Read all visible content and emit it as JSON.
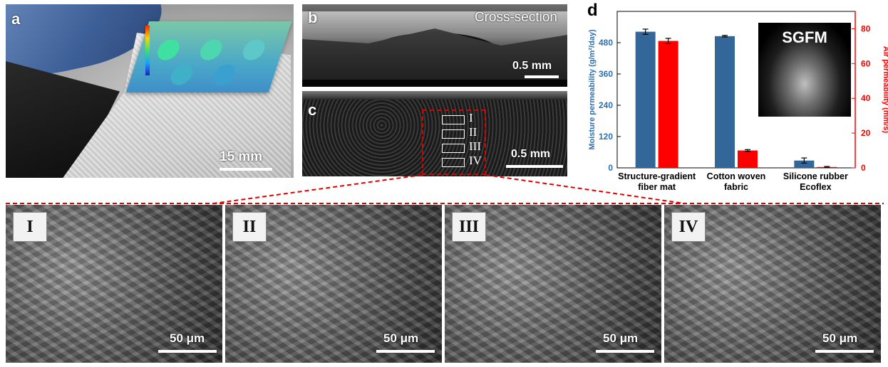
{
  "panel_a": {
    "label": "a",
    "scale": "15 mm"
  },
  "panel_b": {
    "label": "b",
    "title": "Cross-section",
    "scale": "0.5 mm"
  },
  "panel_c": {
    "label": "c",
    "scale": "0.5 mm",
    "regions": [
      "I",
      "II",
      "III",
      "IV"
    ]
  },
  "panel_d": {
    "label": "d",
    "inset_text": "SGFM",
    "chart_data": {
      "type": "bar",
      "categories": [
        [
          "Structure-gradient",
          "fiber mat"
        ],
        [
          "Cotton woven",
          "fabric"
        ],
        [
          "Silicone rubber",
          "Ecoflex"
        ]
      ],
      "series": [
        {
          "name": "Moisture permeability",
          "axis": "left",
          "color": "#336699",
          "values": [
            522,
            505,
            28
          ],
          "errors": [
            10,
            3,
            10
          ]
        },
        {
          "name": "Air permeability",
          "axis": "right",
          "color": "#ff0000",
          "values": [
            73,
            10,
            0.5
          ],
          "errors": [
            1.5,
            0.5,
            0.3
          ]
        }
      ],
      "ylabel_left": "Moisture permeability (g/m²/day)",
      "ylabel_right": "Air permeability (mm/s)",
      "ylim_left": [
        0,
        600
      ],
      "yticks_left": [
        "0",
        "120",
        "240",
        "360",
        "480"
      ],
      "ylim_right": [
        0,
        90
      ],
      "yticks_right": [
        "0",
        "20",
        "40",
        "60",
        "80"
      ],
      "left_axis_color": "#2e6fb0",
      "right_axis_color": "#ff0000"
    }
  },
  "sem_panels": [
    {
      "label": "I",
      "scale": "50 μm"
    },
    {
      "label": "II",
      "scale": "50 μm"
    },
    {
      "label": "III",
      "scale": "50 μm"
    },
    {
      "label": "IV",
      "scale": "50 μm"
    }
  ]
}
